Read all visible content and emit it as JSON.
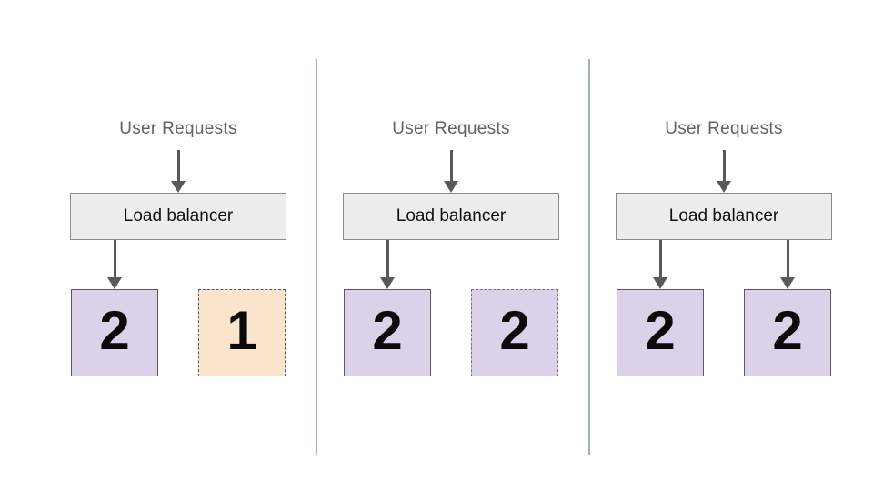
{
  "colors": {
    "arrow": "#595959",
    "divider": "#9fb0ba",
    "load_balancer_fill": "#ededed",
    "load_balancer_border": "#8b8b8b",
    "purple_fill": "#d9d2e9",
    "purple_border": "#5d5666",
    "orange_fill": "#fce5cd",
    "dashed_border": "#595959",
    "dashed_purple_border": "#74708a",
    "label_text": "#5f6368",
    "number_text": "#0a0a0a",
    "canvas_bg": "#ffffff"
  },
  "panels": [
    {
      "user_requests_label": "User Requests",
      "load_balancer_label": "Load balancer",
      "boxes": [
        {
          "value": "2",
          "variant": "solid-purple"
        },
        {
          "value": "1",
          "variant": "dashed-orange"
        }
      ]
    },
    {
      "user_requests_label": "User Requests",
      "load_balancer_label": "Load balancer",
      "boxes": [
        {
          "value": "2",
          "variant": "solid-purple"
        },
        {
          "value": "2",
          "variant": "dashed-purple"
        }
      ]
    },
    {
      "user_requests_label": "User Requests",
      "load_balancer_label": "Load balancer",
      "boxes": [
        {
          "value": "2",
          "variant": "solid-purple"
        },
        {
          "value": "2",
          "variant": "solid-purple"
        }
      ]
    }
  ]
}
